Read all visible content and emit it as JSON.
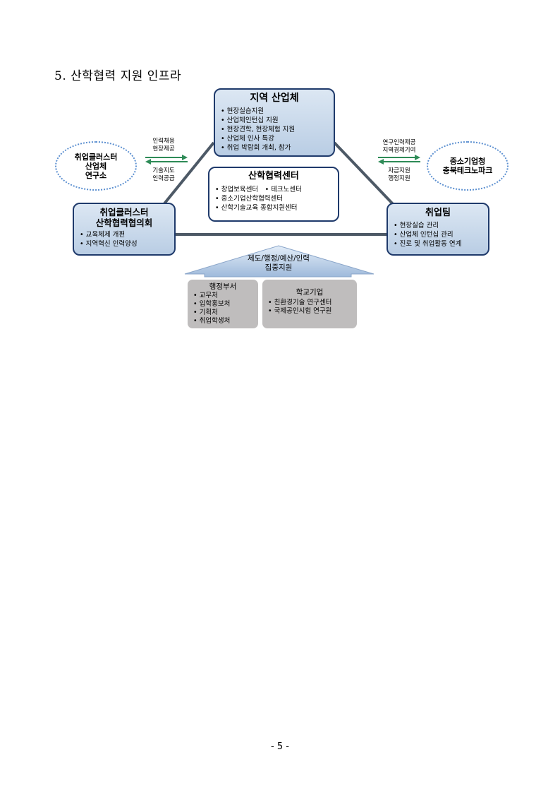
{
  "heading": "5. 산학협력 지원 인프라",
  "regional": {
    "title": "지역 산업체",
    "items": [
      "현장실습지원",
      "산업체인턴십 지원",
      "현장견학, 현장체험 지원",
      "산업체 인사 특강",
      "취업 박람회 개최, 참가"
    ]
  },
  "center": {
    "title": "산학협력센터",
    "items": [
      "창업보육센터　• 테크노센터",
      "중소기업산학협력센터",
      "산학기술교육 종합지원센터"
    ]
  },
  "cluster": {
    "title_line1": "취업클러스터",
    "title_line2": "산학협력협의회",
    "items": [
      "교육체제 개편",
      "지역혁신 인력양성"
    ]
  },
  "jobteam": {
    "title": "취업팀",
    "items": [
      "현장실습 관리",
      "산업체 인턴십 관리",
      "진로 및 취업활동 연계"
    ]
  },
  "left_oval": {
    "line1": "취업클러스터",
    "line2": "산업체",
    "line3": "연구소"
  },
  "right_oval": {
    "line1": "중소기업청",
    "line2": "충북테크노파크"
  },
  "left_arrows": {
    "top1": "인력채용",
    "top2": "현장제공",
    "bottom1": "기술지도",
    "bottom2": "인력공급"
  },
  "right_arrows": {
    "top1": "연구인력제공",
    "top2": "지역경제기여",
    "bottom1": "자금지원",
    "bottom2": "행정지원"
  },
  "support_arrow": {
    "line1": "제도/행정/예산/인력",
    "line2": "집중지원"
  },
  "admin": {
    "title": "행정부서",
    "items": [
      "교무처",
      "입학홍보처",
      "기획처",
      "취업학생처"
    ]
  },
  "school": {
    "title": "학교기업",
    "items": [
      "친환경기술 연구센터",
      "국제공인시험 연구원"
    ]
  },
  "page_number": "- 5 -",
  "colors": {
    "box_border": "#1f3a6b",
    "box_fill": "#c9d9ec",
    "connector": "#4d5966",
    "oval_border": "#5b8fd0",
    "gray_box": "#bfbdbd",
    "arrow_green": "#2e8b57"
  }
}
